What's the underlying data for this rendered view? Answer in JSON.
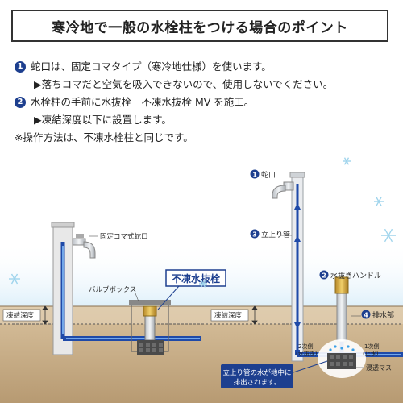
{
  "title": "寒冷地で一般の水栓柱をつける場合のポイント",
  "points": [
    {
      "num": "1",
      "text": "蛇口は、固定コマタイプ（寒冷地仕様）を使います。"
    },
    {
      "sub": "▶落ちコマだと空気を吸入できないので、使用しないでください。"
    },
    {
      "num": "2",
      "text": "水栓柱の手前に水抜栓　不凍水抜栓 MV を施工。"
    },
    {
      "sub": "▶凍結深度以下に設置します。"
    },
    {
      "note": "※操作方法は、不凍水栓柱と同じです。"
    }
  ],
  "left_diagram": {
    "faucet_label": "固定コマ式蛇口",
    "valve_box_label": "バルブボックス",
    "frost_depth_label": "凍結深度",
    "product_label": "不凍水抜栓"
  },
  "right_diagram": {
    "labels": [
      {
        "num": "1",
        "text": "蛇口"
      },
      {
        "num": "3",
        "text": "立上り管"
      },
      {
        "num": "2",
        "text": "水抜きハンドル"
      },
      {
        "num": "4",
        "text": "排水部"
      }
    ],
    "frost_depth_label": "凍結深度",
    "side2_line1": "2次側",
    "side2_line2": "(水抜き)",
    "side1_line1": "1次側",
    "side1_line2": "(止水)",
    "sump_label": "浸透マス",
    "callout_line1": "立上り管の水が地中に",
    "callout_line2": "排出されます。"
  },
  "colors": {
    "accent": "#1d3f8f",
    "pipe": "#1f4aa8",
    "soil": "#c9ad86",
    "snow": "#9fd4ec"
  }
}
